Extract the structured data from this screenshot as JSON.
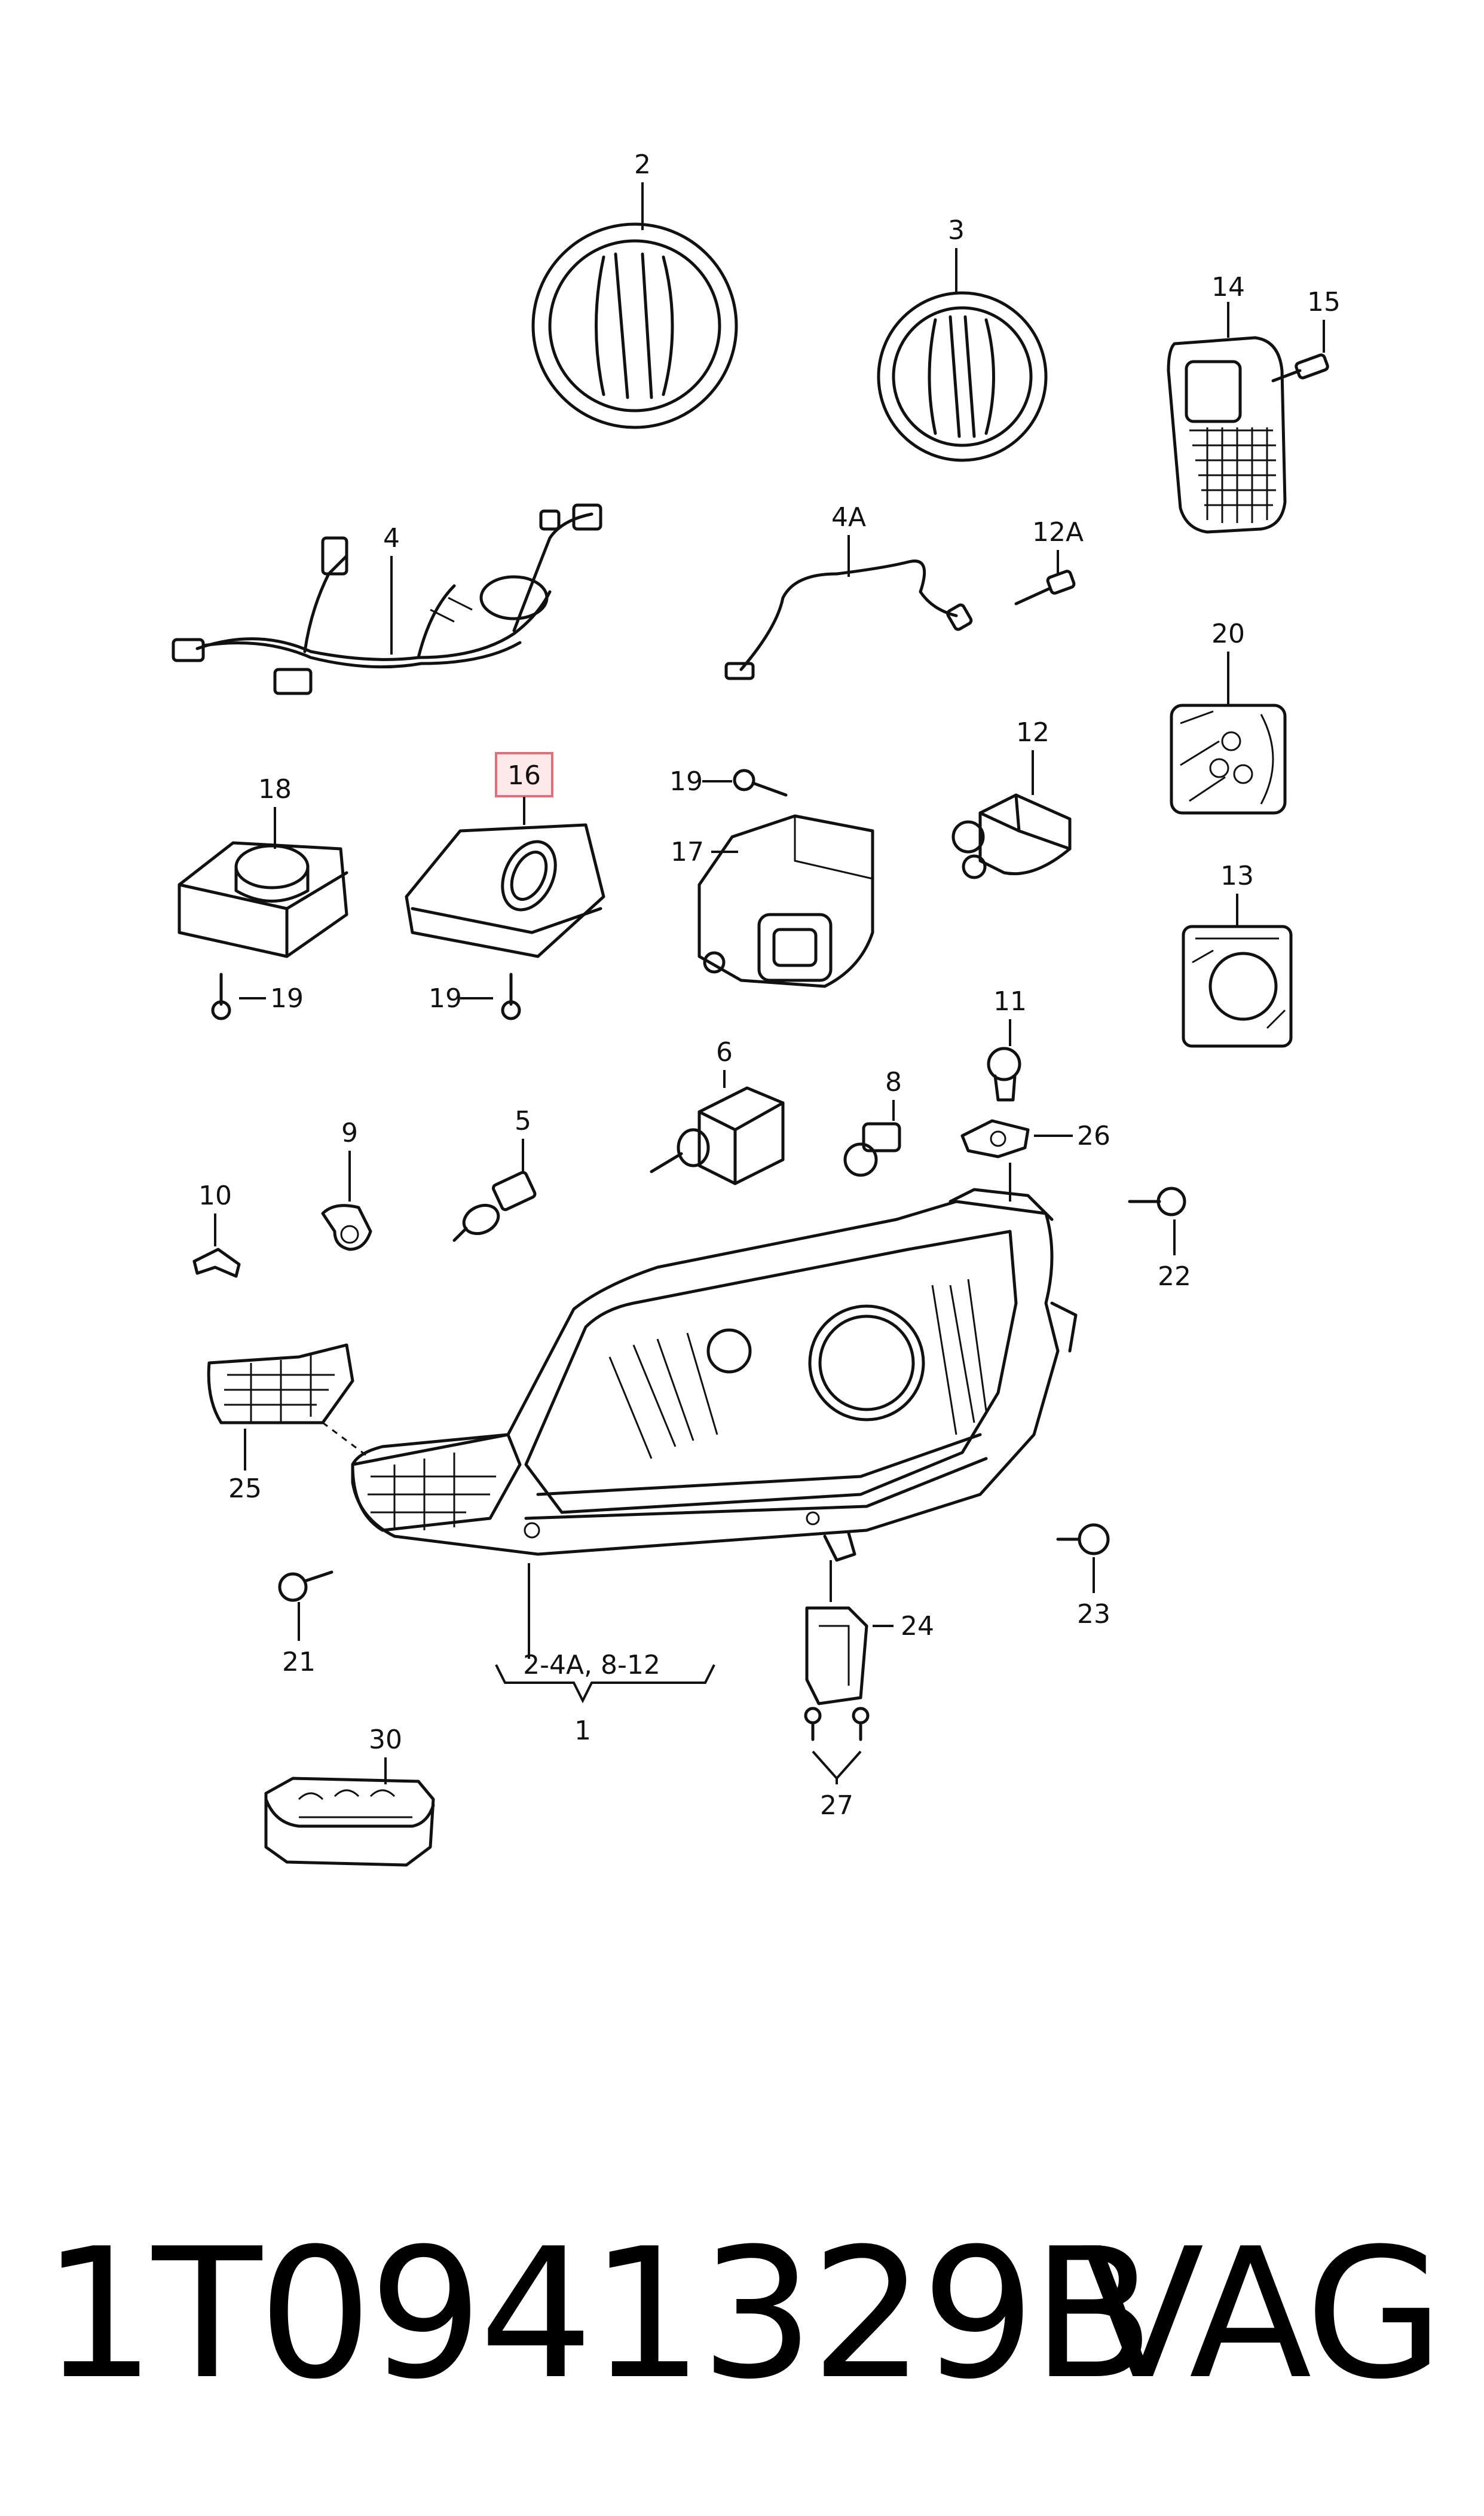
{
  "diagram": {
    "callouts": {
      "c2": "2",
      "c3": "3",
      "c14": "14",
      "c15": "15",
      "c4": "4",
      "c4a": "4A",
      "c12a": "12A",
      "c20": "20",
      "c18": "18",
      "c16": "16",
      "c19a": "19",
      "c19b": "19",
      "c19c": "19",
      "c17": "17",
      "c12": "12",
      "c13": "13",
      "c11": "11",
      "c6": "6",
      "c8": "8",
      "c26": "26",
      "c9": "9",
      "c5": "5",
      "c10": "10",
      "c22": "22",
      "c25": "25",
      "c23": "23",
      "c21": "21",
      "c24": "24",
      "c_range": "2-4A, 8-12",
      "c1": "1",
      "c30": "30",
      "c27": "27"
    },
    "highlighted_part": "16"
  },
  "footer": {
    "part_number": "1T0941329B",
    "brand": "VAG"
  }
}
